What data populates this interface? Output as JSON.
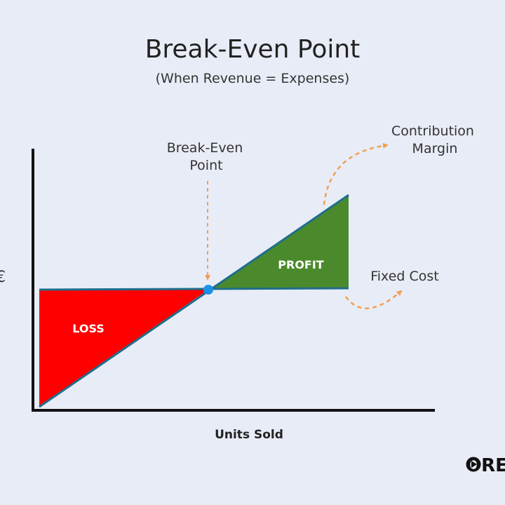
{
  "title": "Break-Even Point",
  "subtitle": "(When Revenue = Expenses)",
  "labels": {
    "break_even_line1": "Break-Even",
    "break_even_line2": "Point",
    "contribution_line1": "Contribution",
    "contribution_line2": "Margin",
    "fixed_cost": "Fixed Cost",
    "loss": "LOSS",
    "profit": "PROFIT",
    "x_axis": "Units Sold",
    "y_axis_partial": "€"
  },
  "logo": {
    "text": "ORE"
  },
  "colors": {
    "background": "#e8ecf6",
    "loss": "#ff0000",
    "profit": "#4a8a2c",
    "lines": "#1f6e8c",
    "annotation_arrows": "#f0a050",
    "break_even_dot": "#1e90e8"
  }
}
